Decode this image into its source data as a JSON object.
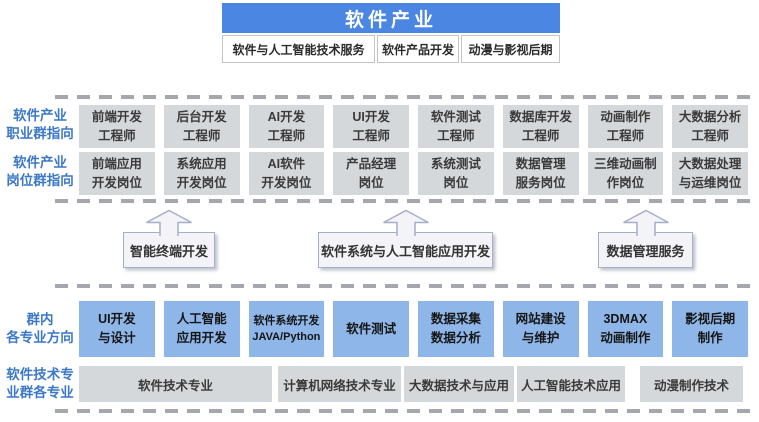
{
  "colors": {
    "header_blue": "#4a86e2",
    "light_blue": "#8fb6e8",
    "box_gray": "#d5d8db",
    "label_blue": "#3c78c8",
    "service_box_fill": "#f4f4f8",
    "service_box_border": "#a4afc8",
    "dash_gray": "#a4a7ae"
  },
  "icons": {
    "arrow_up": "block-arrow-up"
  },
  "header": {
    "title": "软件产业",
    "sectors": [
      "软件与人工智能技术服务",
      "软件产品开发",
      "动漫与影视后期"
    ]
  },
  "profession_row": {
    "label": "软件产业\n职业群指向",
    "items": [
      "前端开发\n工程师",
      "后台开发\n工程师",
      "AI开发\n工程师",
      "UI开发\n工程师",
      "软件测试\n工程师",
      "数据库开发\n工程师",
      "动画制作\n工程师",
      "大数据分析\n工程师"
    ]
  },
  "position_row": {
    "label": "软件产业\n岗位群指向",
    "items": [
      "前端应用\n开发岗位",
      "系统应用\n开发岗位",
      "AI软件\n开发岗位",
      "产品经理\n岗位",
      "系统测试\n岗位",
      "数据管理\n服务岗位",
      "三维动画制\n作岗位",
      "大数据处理\n与运维岗位"
    ]
  },
  "service_groups": [
    "智能终端开发",
    "软件系统与人工智能应用开发",
    "数据管理服务"
  ],
  "direction_row": {
    "label": "群内\n各专业方向",
    "items": [
      "UI开发\n与设计",
      "人工智能\n应用开发",
      "软件系统开发\nJAVA/Python",
      "软件测试",
      "数据采集\n数据分析",
      "网站建设\n与维护",
      "3DMAX\n动画制作",
      "影视后期\n制作"
    ]
  },
  "major_row": {
    "label": "软件技术专\n业群各专业",
    "items": [
      "软件技术专业",
      "计算机网络技术专业",
      "大数据技术与应用",
      "人工智能技术应用",
      "动漫制作技术"
    ]
  }
}
